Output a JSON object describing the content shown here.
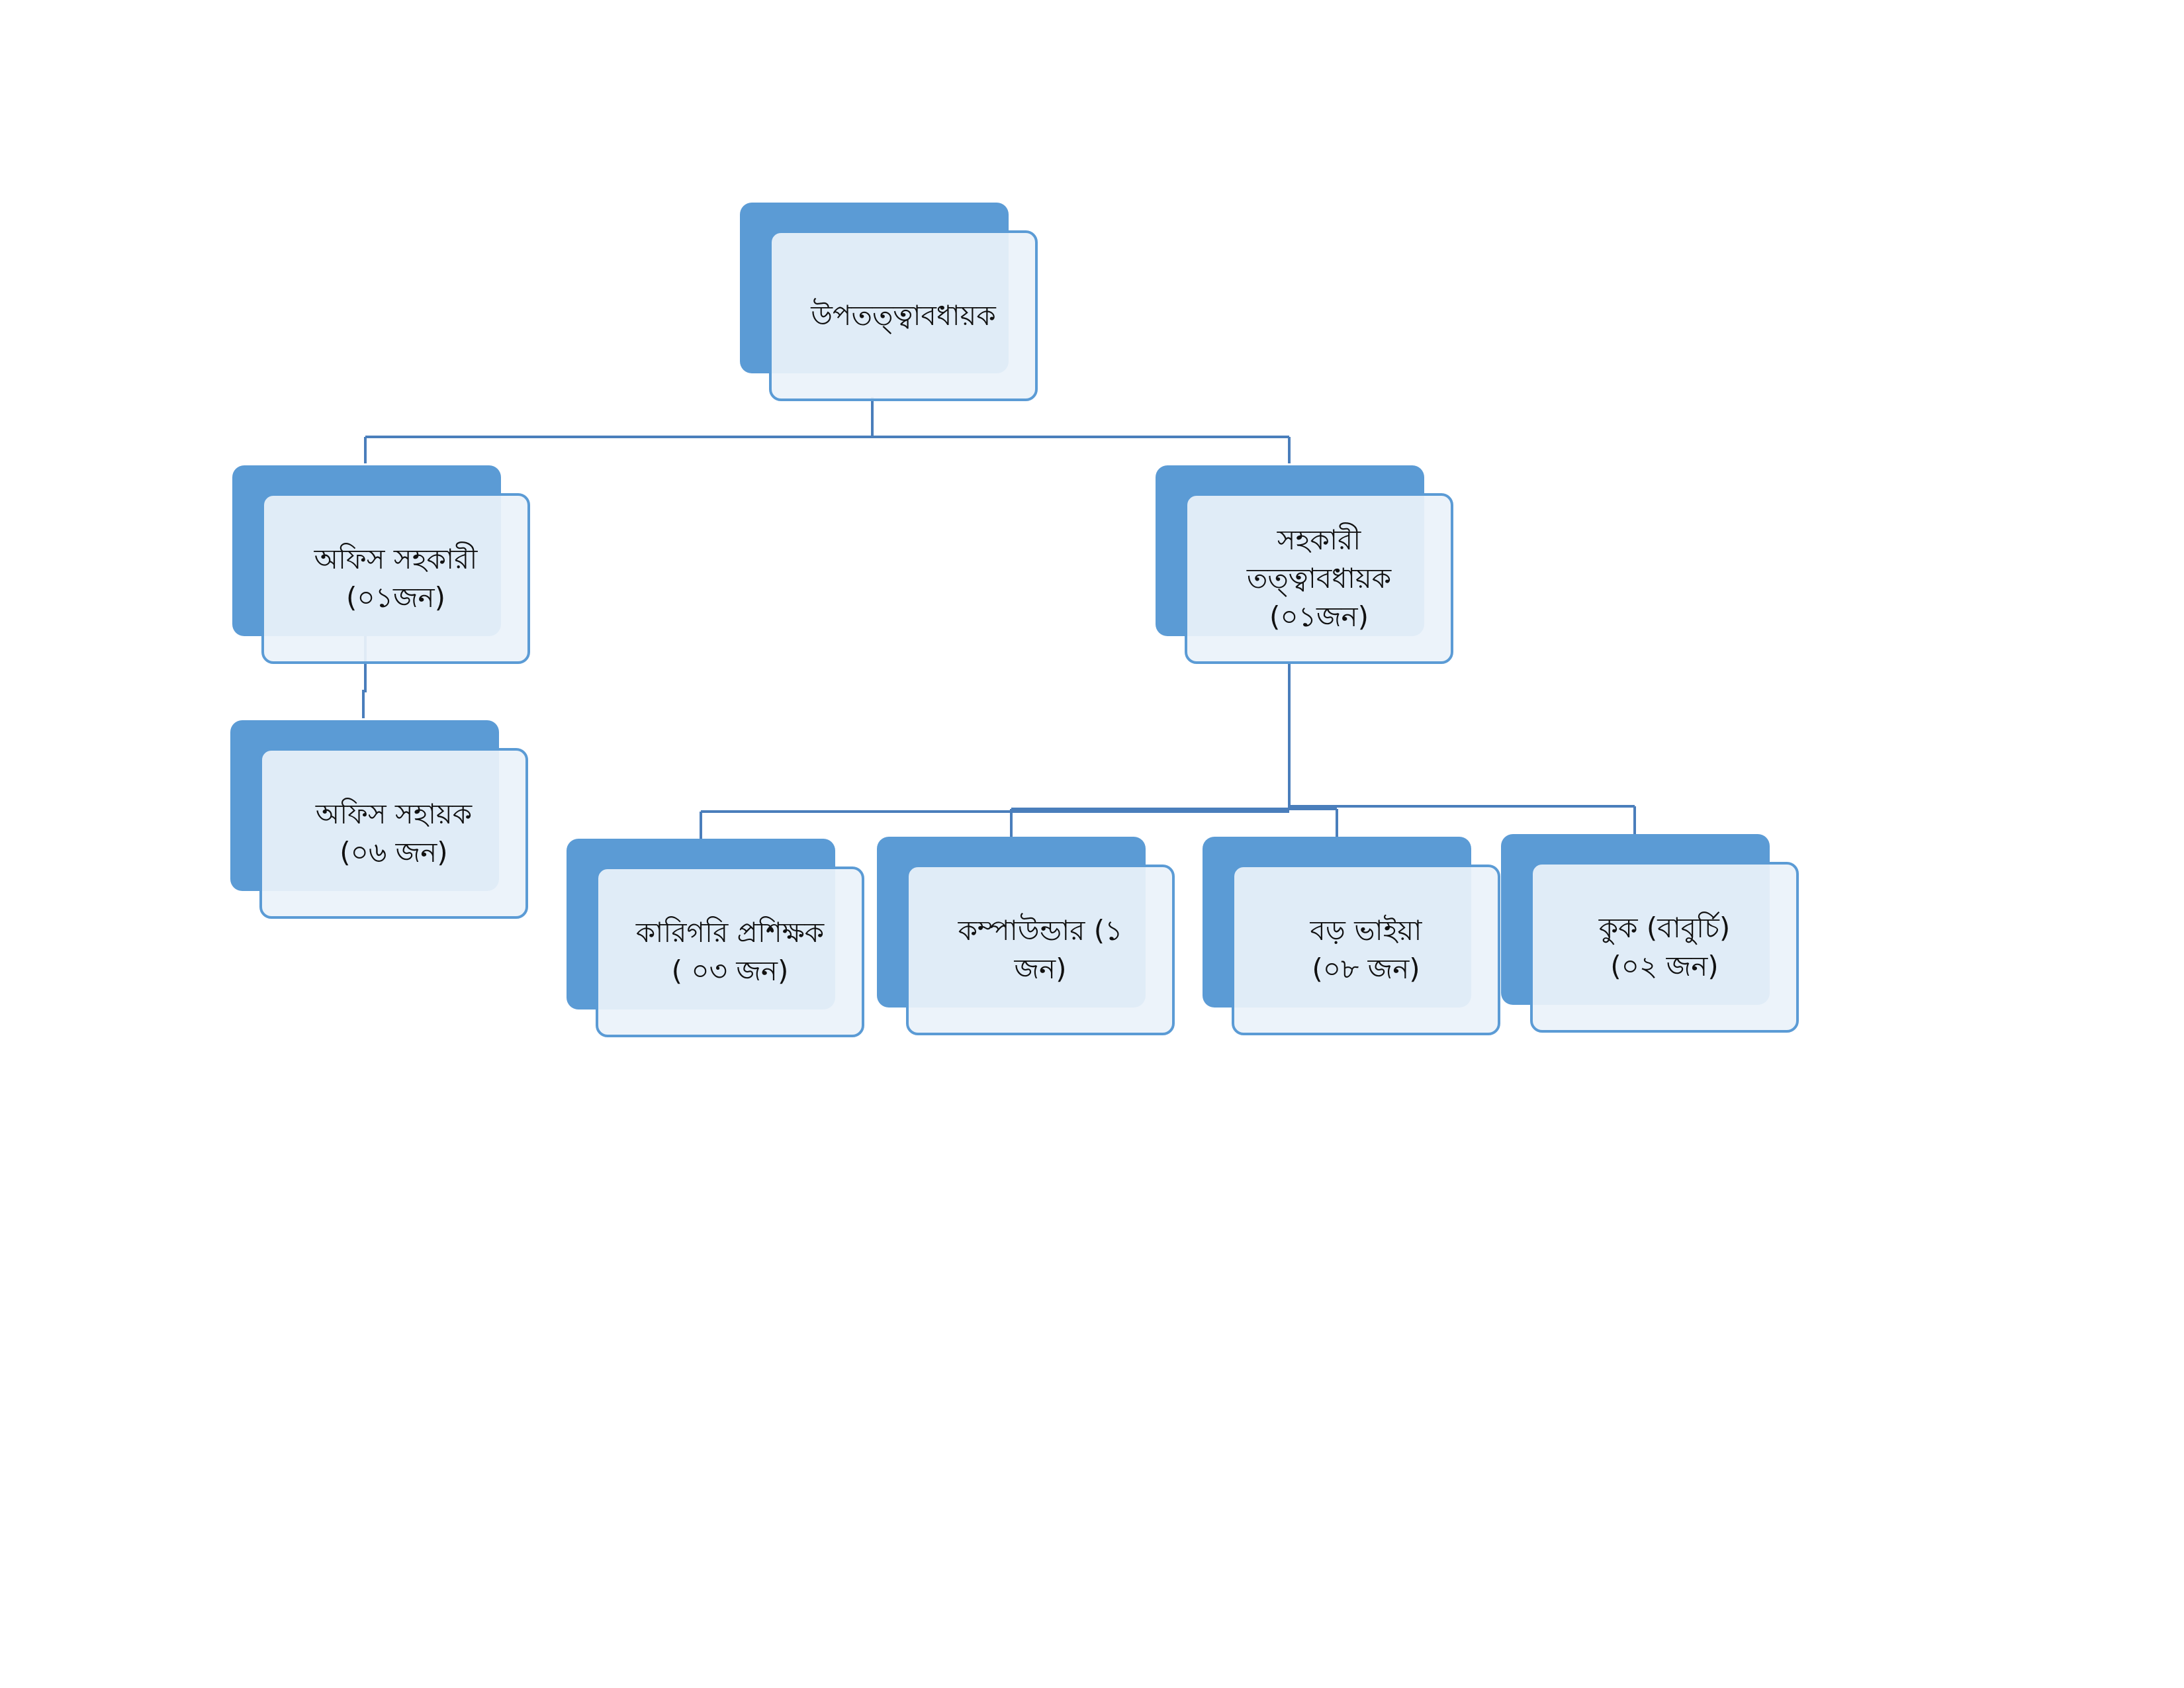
{
  "diagram": {
    "type": "org-chart",
    "colors": {
      "accent": "#5b9bd5",
      "box_fill": "#ebf2fa",
      "connector": "#4a7ebb",
      "text": "#111111"
    },
    "nodes": [
      {
        "id": "deputy-superintendent",
        "lines": [
          "উপতত্ত্বাবধায়ক"
        ]
      },
      {
        "id": "office-assistant",
        "lines": [
          "অফিস সহকারী",
          "(০১জন)"
        ]
      },
      {
        "id": "assistant-superintendent",
        "lines": [
          "সহকারী",
          "তত্ত্বাবধায়ক",
          "(০১জন)"
        ]
      },
      {
        "id": "office-helper",
        "lines": [
          "অফিস সহায়ক",
          "(০৬ জন)"
        ]
      },
      {
        "id": "technical-trainer",
        "lines": [
          "কারিগরি প্রশিক্ষক",
          "( ০৩ জন)"
        ]
      },
      {
        "id": "compounder",
        "lines": [
          "কম্পাউন্ডার (১",
          "জন)"
        ]
      },
      {
        "id": "senior-brother",
        "lines": [
          "বড় ভাইয়া",
          "(০৮ জন)"
        ]
      },
      {
        "id": "cook",
        "lines": [
          "কুক (বাবুর্চি)",
          "(০২ জন)"
        ]
      }
    ],
    "edges": [
      {
        "from": "deputy-superintendent",
        "to": "office-assistant"
      },
      {
        "from": "deputy-superintendent",
        "to": "assistant-superintendent"
      },
      {
        "from": "office-assistant",
        "to": "office-helper"
      },
      {
        "from": "assistant-superintendent",
        "to": "technical-trainer"
      },
      {
        "from": "assistant-superintendent",
        "to": "compounder"
      },
      {
        "from": "assistant-superintendent",
        "to": "senior-brother"
      },
      {
        "from": "assistant-superintendent",
        "to": "cook"
      }
    ]
  }
}
